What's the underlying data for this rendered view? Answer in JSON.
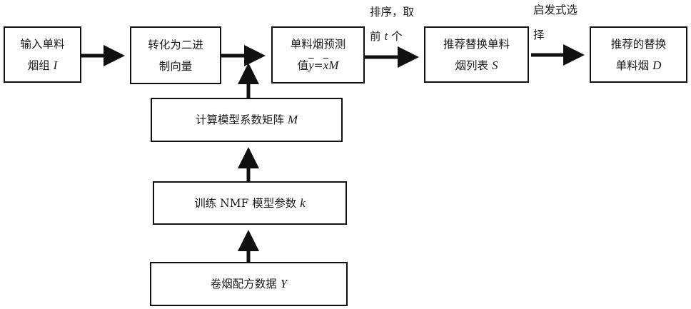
{
  "nodes": {
    "input": {
      "line1": "输入单料",
      "line2_text": "烟组 ",
      "line2_var": "I"
    },
    "binary": {
      "line1": "转化为二进",
      "line2": "制向量"
    },
    "predict": {
      "line1": "单料烟预测",
      "line2_text": "值",
      "formula_y": "y",
      "formula_eq": "=",
      "formula_x": "x",
      "formula_M": "M"
    },
    "list": {
      "line1": "推荐替换单料",
      "line2_text": "烟列表 ",
      "line2_var": "S"
    },
    "result": {
      "line1": "推荐的替换",
      "line2_text": "单料烟 ",
      "line2_var": "D"
    },
    "matrix": {
      "text": "计算模型系数矩阵 ",
      "var": "M"
    },
    "train": {
      "text": "训练 NMF 模型参数 ",
      "var": "k"
    },
    "data": {
      "text": "卷烟配方数据 ",
      "var": "Y"
    }
  },
  "edge_labels": {
    "sort": {
      "line1": "排序，取",
      "line2_pre": "前 ",
      "line2_var": "t",
      "line2_post": " 个"
    },
    "heuristic": {
      "line1": "启发式选",
      "line2": "择"
    }
  }
}
